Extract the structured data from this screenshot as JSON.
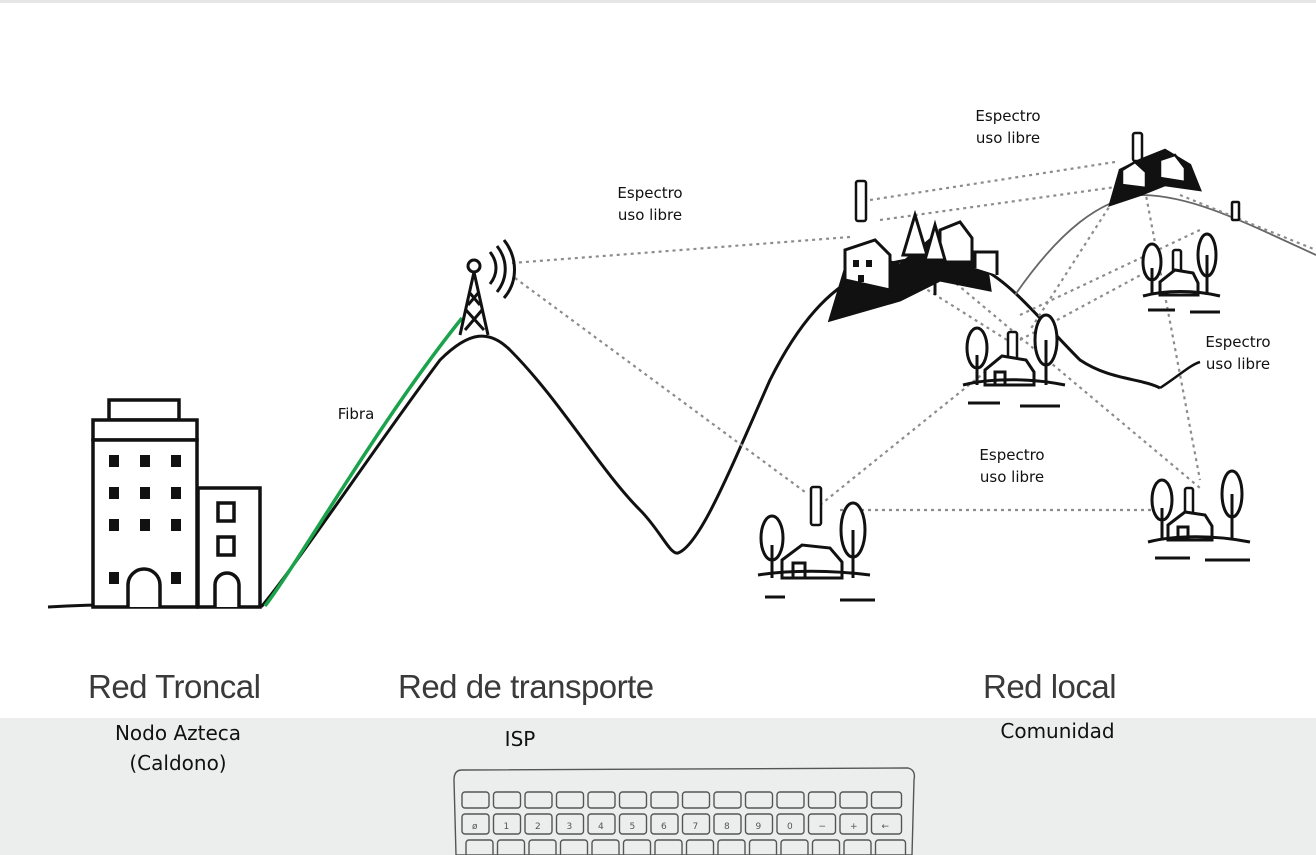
{
  "labels": {
    "fibra": "Fibra",
    "espectro_1": "Espectro\nuso libre",
    "espectro_2": "Espectro\nuso libre",
    "espectro_3": "Espectro\nuso libre",
    "espectro_4": "Espectro\nuso libre"
  },
  "sections": [
    {
      "title": "Red Troncal",
      "subtitle": "Nodo  Azteca\n(Caldono)"
    },
    {
      "title": "Red de transporte",
      "subtitle": "ISP"
    },
    {
      "title": "Red local",
      "subtitle": "Comunidad"
    }
  ],
  "keyboard": {
    "keys_row2": [
      "ø",
      "1",
      "2",
      "3",
      "4",
      "5",
      "6",
      "7",
      "8",
      "9",
      "0",
      "−",
      "+",
      "←"
    ]
  },
  "colors": {
    "fiber": "#1aa34a",
    "ink": "#111111",
    "link": "#8c8c8c",
    "band": "#eceeee"
  },
  "icons": [
    "office-building-icon",
    "radio-tower-icon",
    "antenna-icon",
    "village-icon",
    "house-with-trees-icon",
    "keyboard-icon"
  ]
}
